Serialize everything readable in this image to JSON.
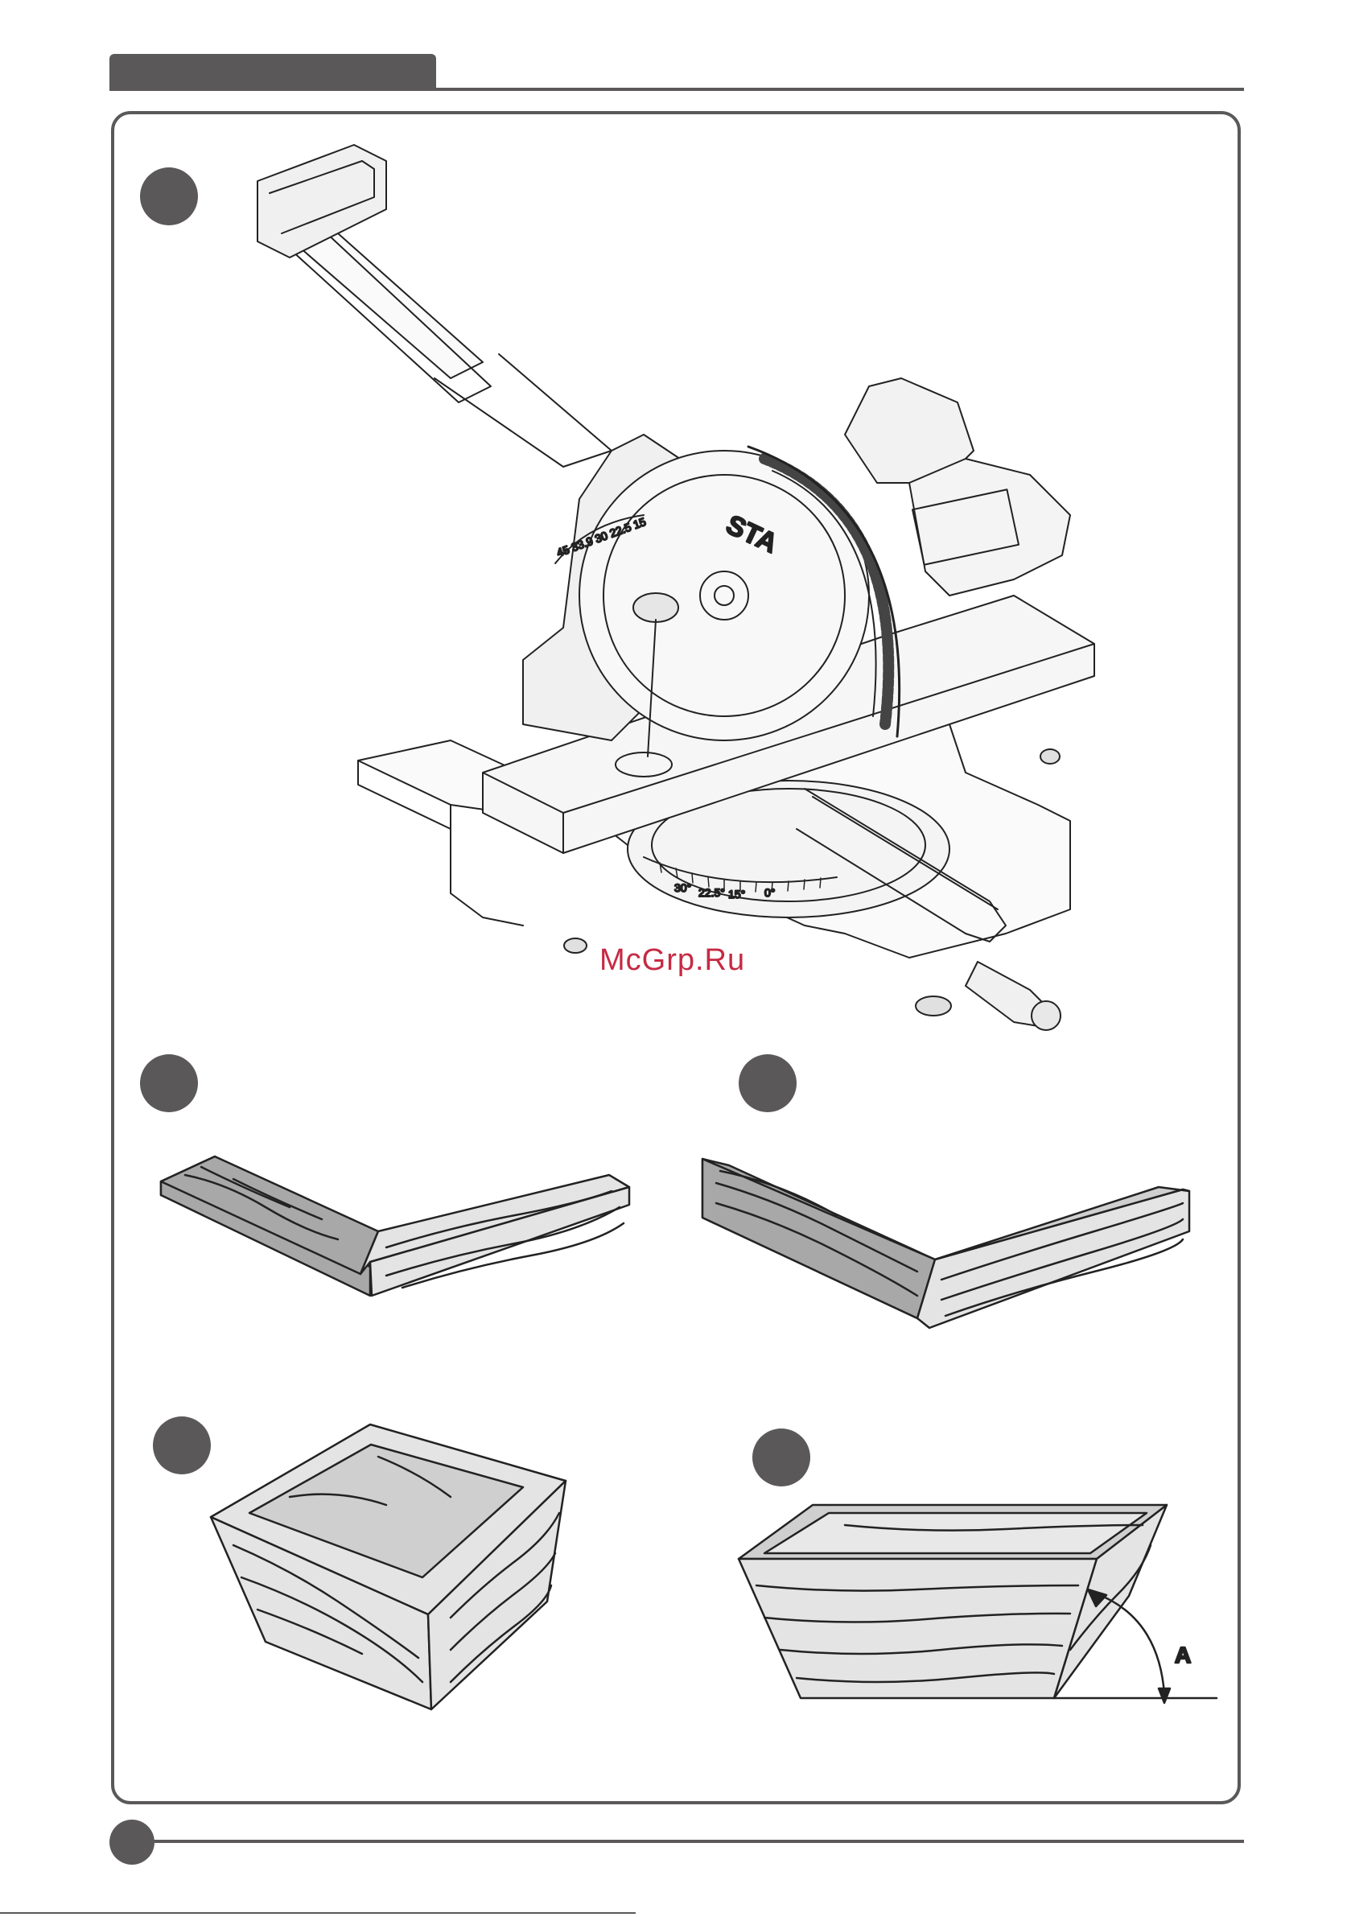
{
  "colors": {
    "frame": "#5b5859",
    "watermark": "#c62a43",
    "wood_dark": "#a8a8a8",
    "wood_light": "#e4e4e4"
  },
  "watermark": {
    "text": "McGrp.Ru"
  },
  "saw_brand": {
    "text": "STA"
  },
  "bevel_scale": {
    "text": "45 33.9 30 22.5 15"
  },
  "miter_scale": {
    "labels": [
      "30°",
      "22.5°",
      "15°",
      "0°"
    ]
  },
  "figure_e": {
    "angle_label": "A"
  },
  "icons": [
    "miter-saw-illustration",
    "flat-miter-joint",
    "bevel-miter-joint",
    "tapered-box",
    "angled-box"
  ]
}
